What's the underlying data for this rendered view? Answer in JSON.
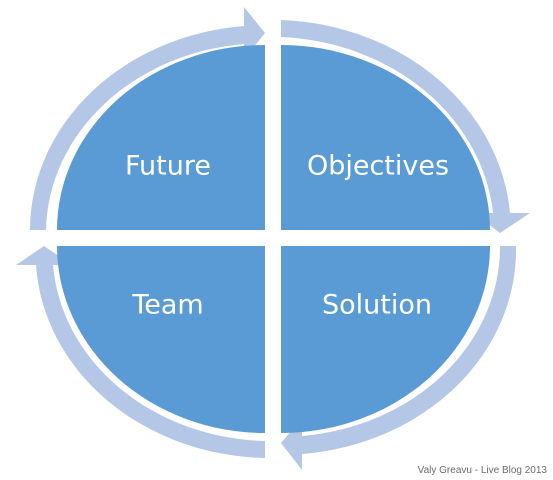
{
  "diagram": {
    "quadrants": {
      "top_left": "Future",
      "top_right": "Objectives",
      "bottom_left": "Team",
      "bottom_right": "Solution"
    },
    "colors": {
      "fill": "#5b9bd5",
      "arrow": "#b4c7e7",
      "text": "#ffffff"
    }
  },
  "footer": {
    "credit": "Valy Greavu - Live Blog 2013"
  }
}
